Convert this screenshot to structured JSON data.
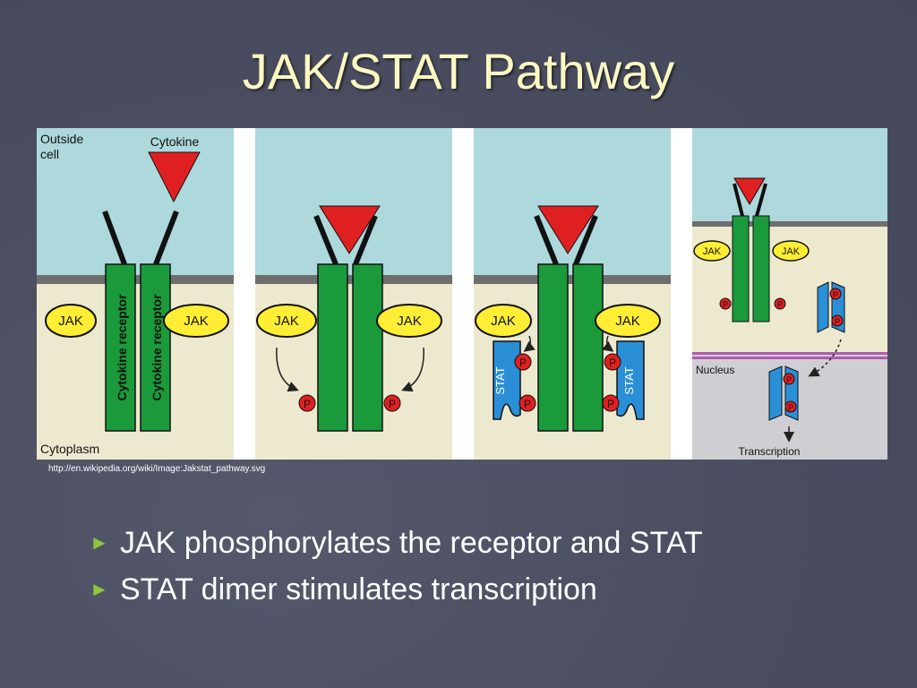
{
  "slide": {
    "title": "JAK/STAT Pathway",
    "source": "http://en.wikipedia.org/wiki/Image:Jakstat_pathway.svg",
    "bullets": [
      "JAK phosphorylates the receptor and STAT",
      "STAT dimer stimulates transcription"
    ],
    "bullet_marker": "►"
  },
  "diagram": {
    "outside_cell": [
      "Outside",
      "cell"
    ],
    "cytokine": "Cytokine",
    "cytokine_receptor": "Cytokine receptor",
    "jak": "JAK",
    "stat": "STAT",
    "phosphate": "P",
    "nucleus": "Nucleus",
    "transcription": "Transcription",
    "cytoplasm": "Cytoplasm"
  },
  "colors": {
    "title": "#fdf7c2",
    "background": "#4a4d5f",
    "extracellular": "#add8dc",
    "intracellular": "#ede9cf",
    "nucleus": "#cfcfd3",
    "membrane": "#6e6e6e",
    "receptor": "#1a9a3a",
    "cytokine": "#e02020",
    "jak": "#ffee33",
    "stat": "#2b8fd8",
    "phosphate": "#e02020",
    "bullet_marker": "#8cc63f"
  }
}
